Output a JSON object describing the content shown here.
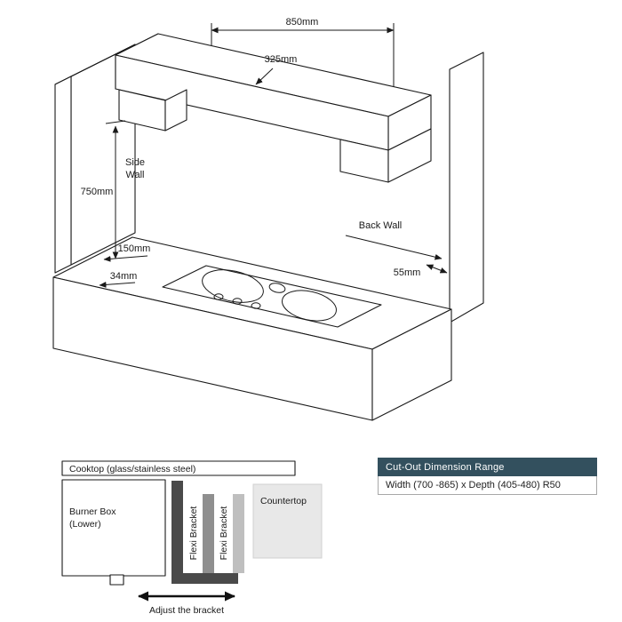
{
  "diagram_labels": {
    "dim_850": "850mm",
    "dim_325": "325mm",
    "dim_750": "750mm",
    "dim_150": "150mm",
    "dim_34": "34mm",
    "dim_55": "55mm",
    "side_wall_line1": "Side",
    "side_wall_line2": "Wall",
    "back_wall": "Back Wall"
  },
  "cross_section": {
    "cooktop": "Cooktop (glass/stainless steel)",
    "burner_box_line1": "Burner Box",
    "burner_box_line2": "(Lower)",
    "flexi_brackets": [
      "Flexi Bracket",
      "Flexi Bracket"
    ],
    "countertop": "Countertop",
    "adjust": "Adjust the bracket"
  },
  "cutout_table": {
    "header": "Cut-Out Dimension Range",
    "value": "Width (700 -865) x Depth (405-480) R50"
  },
  "colors": {
    "table_header_bg": "#33505e",
    "table_header_text": "#ffffff",
    "line_color": "#1a1a1a",
    "bracket_dark": "#4a4a4a",
    "bracket_mid": "#8f8f8f",
    "bracket_light": "#bfbfbf",
    "countertop_fill": "#e8e8e8"
  }
}
